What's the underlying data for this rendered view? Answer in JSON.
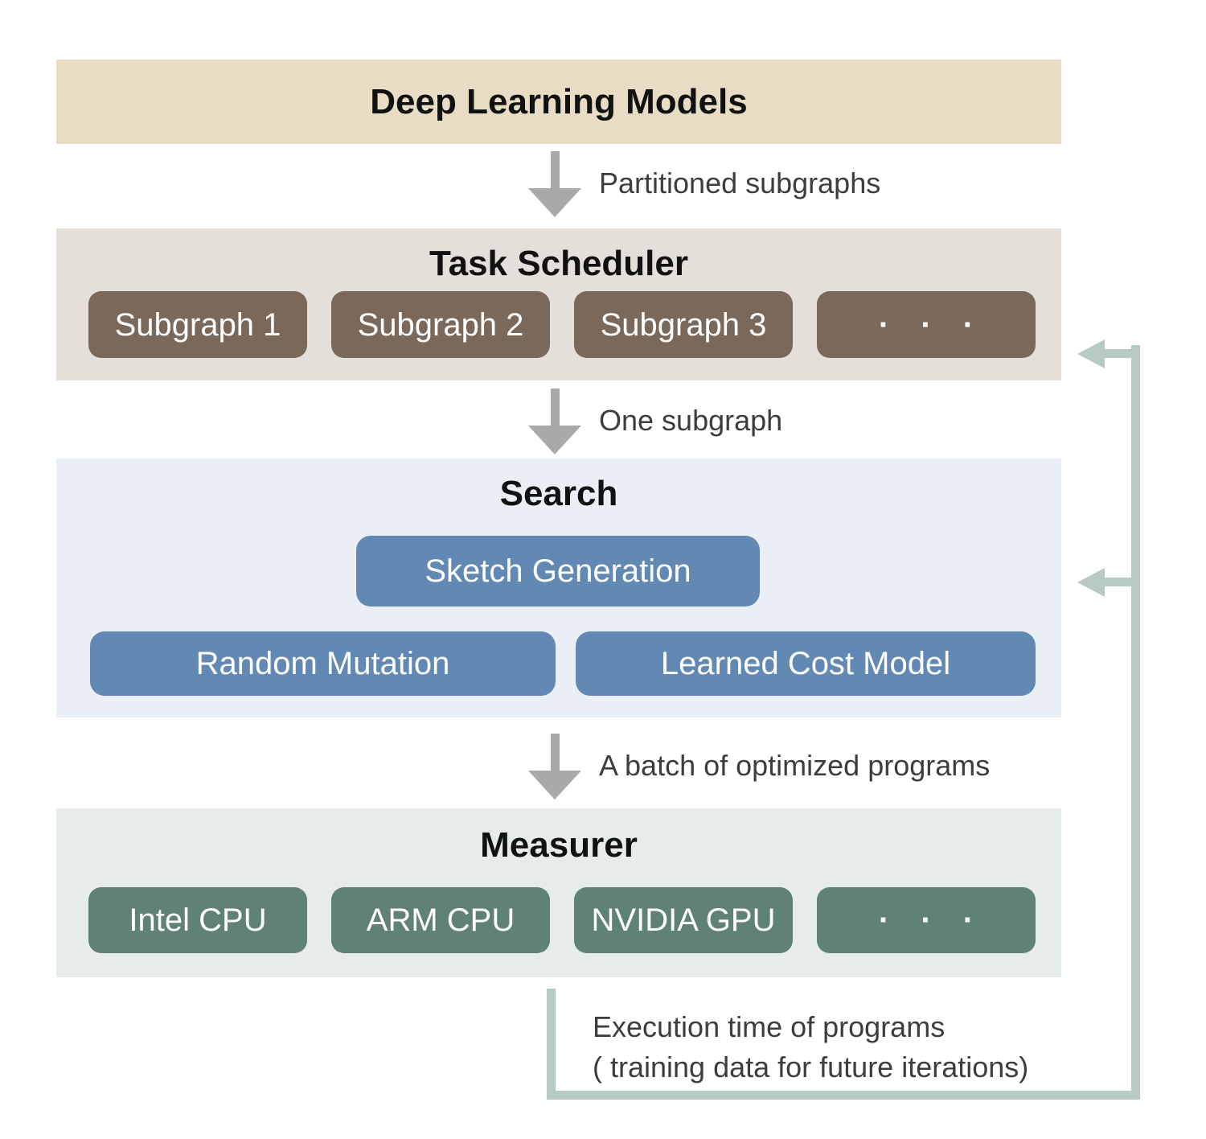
{
  "palette": {
    "dl-bg": "#e8dcc4",
    "ts-bg": "#e5dfd9",
    "ts-chip": "#7a685a",
    "se-bg": "#eaeff5",
    "se-chip": "#6288b4",
    "me-bg": "#e6ede8",
    "me-chip": "#5f8275",
    "arrow-gray": "#a9a9a9",
    "feedback-sage": "#b7cbc3",
    "label-gray": "#3d3d3d"
  },
  "nodes": {
    "deep_learning": {
      "title": "Deep Learning Models"
    },
    "task_scheduler": {
      "title": "Task Scheduler",
      "items": [
        "Subgraph 1",
        "Subgraph 2",
        "Subgraph 3",
        "· · ·"
      ]
    },
    "search": {
      "title": "Search",
      "sketch": "Sketch Generation",
      "mutation": "Random Mutation",
      "cost_model": "Learned Cost Model"
    },
    "measurer": {
      "title": "Measurer",
      "items": [
        "Intel CPU",
        "ARM CPU",
        "NVIDIA GPU",
        "· · ·"
      ]
    }
  },
  "edges": {
    "partitioned": "Partitioned subgraphs",
    "one_subgraph": "One subgraph",
    "batch": "A batch of optimized programs",
    "feedback_line1": "Execution time of programs",
    "feedback_line2": "( training data for future iterations)"
  }
}
